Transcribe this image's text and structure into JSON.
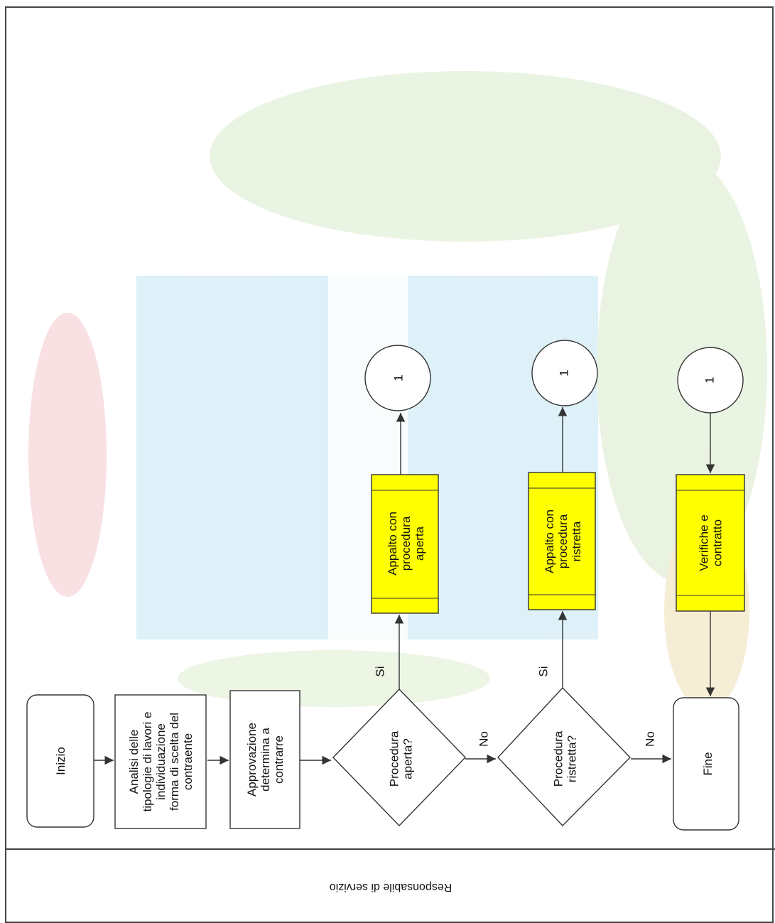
{
  "lane": {
    "label": "Responsabile di servizio"
  },
  "nodes": {
    "inizio": {
      "lines": [
        "Inizio"
      ]
    },
    "analisi": {
      "lines": [
        "Analisi delle",
        "tipologie di lavori e",
        "individuazione",
        "forma di scelta del",
        "contraente"
      ]
    },
    "approvazione": {
      "lines": [
        "Approvazione",
        "determina a",
        "contrarre"
      ]
    },
    "procedura_aperta": {
      "lines": [
        "Procedura",
        "aperta?"
      ]
    },
    "procedura_ristretta": {
      "lines": [
        "Procedura",
        "ristretta?"
      ]
    },
    "fine": {
      "lines": [
        "Fine"
      ]
    },
    "appalto_aperta": {
      "lines": [
        "Appalto con",
        "procedura",
        "aperta"
      ]
    },
    "appalto_ristretta": {
      "lines": [
        "Appalto con",
        "procedura",
        "ristretta"
      ]
    },
    "verifiche": {
      "lines": [
        "Verifiche e",
        "contratto"
      ]
    },
    "connector_1": {
      "label": "1"
    },
    "connector_2": {
      "label": "1"
    },
    "connector_3": {
      "label": "1"
    }
  },
  "edges": {
    "si_1": "Si",
    "si_2": "Si",
    "no_1": "No",
    "no_2": "No"
  },
  "colors": {
    "process_yellow": "#ffff00",
    "stroke": "#333333",
    "lane_line": "#444444",
    "watermark_blue": "#cfe6f2",
    "watermark_green": "#dfeed0",
    "watermark_pink": "#f4c2c8"
  }
}
